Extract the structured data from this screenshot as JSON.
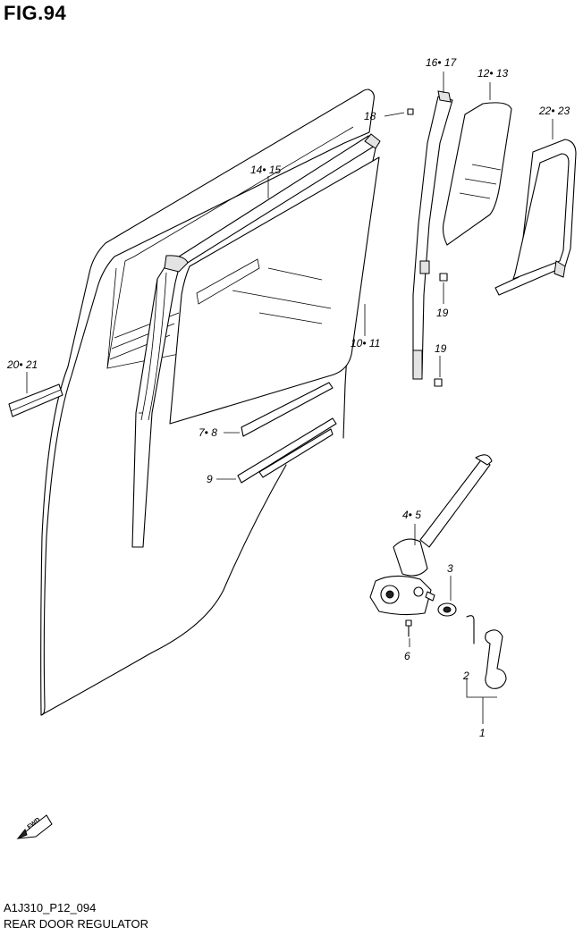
{
  "figure": {
    "title": "FIG.94",
    "drawing_code": "A1J310_P12_094",
    "drawing_name": "REAR DOOR REGULATOR"
  },
  "fwd_badge": {
    "label": "FWD"
  },
  "callouts": [
    {
      "id": "16-17",
      "text": "16• 17"
    },
    {
      "id": "12-13",
      "text": "12• 13"
    },
    {
      "id": "22-23",
      "text": "22• 23"
    },
    {
      "id": "18",
      "text": "18"
    },
    {
      "id": "14-15",
      "text": "14• 15"
    },
    {
      "id": "19a",
      "text": "19"
    },
    {
      "id": "10-11",
      "text": "10• 11"
    },
    {
      "id": "19b",
      "text": "19"
    },
    {
      "id": "20-21",
      "text": "20• 21"
    },
    {
      "id": "7-8",
      "text": "7• 8"
    },
    {
      "id": "9",
      "text": "9"
    },
    {
      "id": "4-5",
      "text": "4• 5"
    },
    {
      "id": "3",
      "text": "3"
    },
    {
      "id": "6",
      "text": "6"
    },
    {
      "id": "2",
      "text": "2"
    },
    {
      "id": "1",
      "text": "1"
    }
  ]
}
